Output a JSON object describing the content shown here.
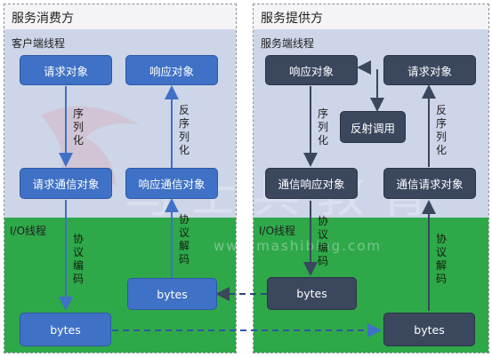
{
  "consumer": {
    "title": "服务消费方",
    "client_thread_label": "客户端线程",
    "io_thread_label": "I/O线程",
    "request_object": "请求对象",
    "response_object": "响应对象",
    "serialize_label": "序列化",
    "deserialize_label": "反序列化",
    "request_comm_object": "请求通信对象",
    "response_comm_object": "响应通信对象",
    "encode_label": "协议编码",
    "decode_label": "协议解码",
    "bytes_in": "bytes",
    "bytes_out": "bytes"
  },
  "provider": {
    "title": "服务提供方",
    "server_thread_label": "服务端线程",
    "io_thread_label": "I/O线程",
    "response_object": "响应对象",
    "request_object": "请求对象",
    "reflection_call": "反射调用",
    "serialize_label": "序列化",
    "deserialize_label": "反序列化",
    "response_comm_object": "通信响应对象",
    "request_comm_object": "通信请求对象",
    "encode_label": "协议编码",
    "decode_label": "协议解码",
    "bytes_out": "bytes",
    "bytes_in": "bytes"
  },
  "colors": {
    "blue_box": "#3f71c6",
    "dark_box": "#3a475d",
    "client_zone": "#cdd5e8",
    "io_zone": "#2fa84a"
  }
}
